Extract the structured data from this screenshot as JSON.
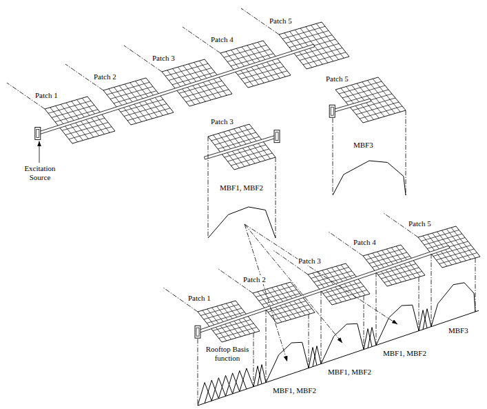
{
  "diagram": {
    "labels": [
      "Patch 5",
      "Patch 4",
      "Patch 3",
      "Patch 2",
      "Patch 5",
      "Patch 1",
      "Patch 3",
      "MBF3",
      "Excitation Source",
      "MBF1, MBF2",
      "Patch 5",
      "Patch 4",
      "Patch 3",
      "Patch 2",
      "Patch 1",
      "MBF3",
      "Rooftop Basis function",
      "MBF1, MBF2",
      "MBF1, MBF2",
      "MBF1, MBF2"
    ]
  }
}
